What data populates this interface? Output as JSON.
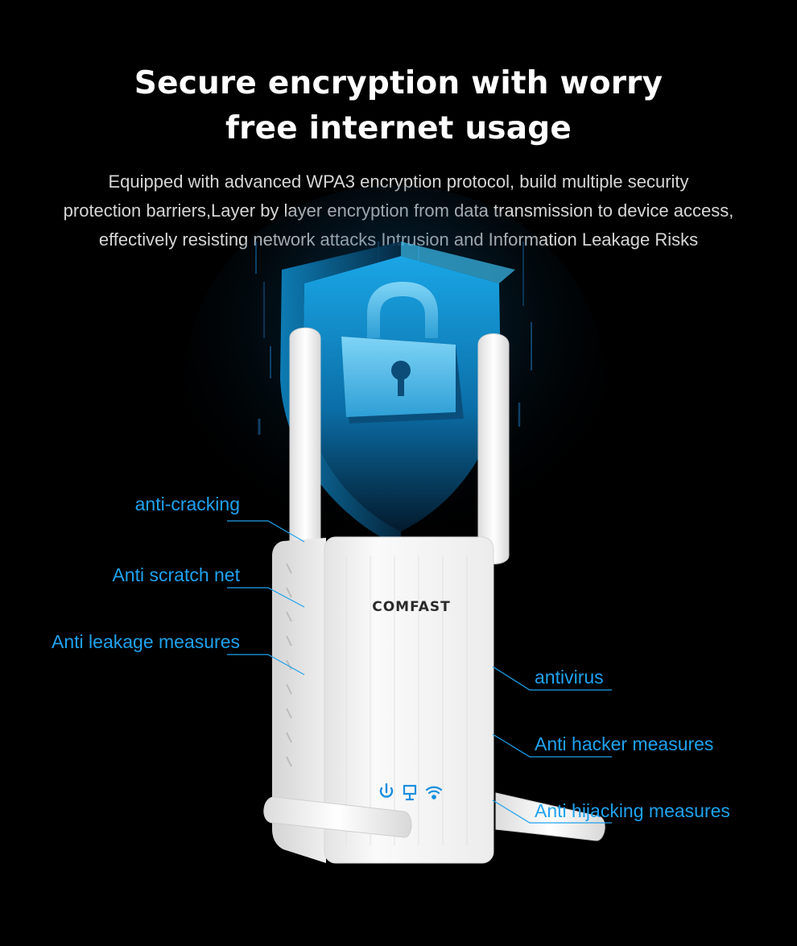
{
  "header": {
    "title_line1": "Secure encryption with worry",
    "title_line2": "free internet usage",
    "desc_line1": "Equipped with advanced WPA3 encryption protocol, build multiple security",
    "desc_line2": "protection barriers,Layer by layer encryption from data transmission to device access,",
    "desc_line3": "effectively resisting network attacks Intrusion and Information Leakage Risks"
  },
  "product": {
    "brand": "COMFAST",
    "icons": [
      "power-icon",
      "network-icon",
      "wifi-icon"
    ]
  },
  "features_left": [
    "anti-cracking",
    "Anti scratch net",
    "Anti leakage measures"
  ],
  "features_right": [
    "antivirus",
    "Anti hacker measures",
    "Anti hijacking measures"
  ],
  "colors": {
    "background": "#000000",
    "accent": "#1fa2ee",
    "title": "#ffffff",
    "body_text": "#d6d6d6",
    "shield": "#0d86c4",
    "device": "#f2f2f2"
  }
}
